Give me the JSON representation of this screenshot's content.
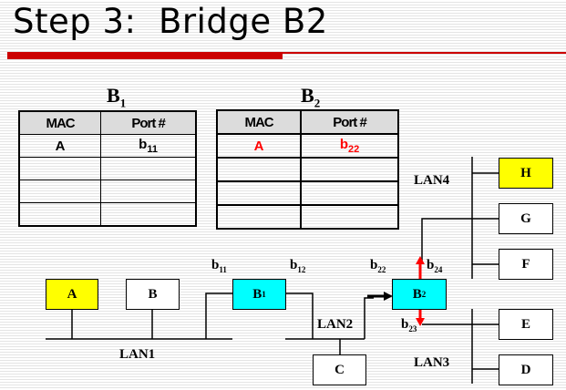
{
  "slide": {
    "title": "Step 3:  Bridge B2",
    "accent_color": "#cc0000"
  },
  "tables": [
    {
      "name": "B",
      "sub": "1",
      "headers": [
        "MAC",
        "Port #"
      ],
      "rows": [
        {
          "mac": "A",
          "port": "b",
          "port_sub": "11",
          "highlight": false
        },
        {
          "mac": "",
          "port": "",
          "port_sub": ""
        },
        {
          "mac": "",
          "port": "",
          "port_sub": ""
        },
        {
          "mac": "",
          "port": "",
          "port_sub": ""
        }
      ]
    },
    {
      "name": "B",
      "sub": "2",
      "headers": [
        "MAC",
        "Port #"
      ],
      "rows": [
        {
          "mac": "A",
          "port": "b",
          "port_sub": "22",
          "highlight": true,
          "highlight_color": "#ff0000"
        },
        {
          "mac": "",
          "port": "",
          "port_sub": ""
        },
        {
          "mac": "",
          "port": "",
          "port_sub": ""
        },
        {
          "mac": "",
          "port": "",
          "port_sub": ""
        }
      ]
    }
  ],
  "network": {
    "hosts": {
      "A": {
        "label": "A",
        "color": "#ffff00"
      },
      "B": {
        "label": "B",
        "color": "#ffffff"
      },
      "C": {
        "label": "C",
        "color": "#ffffff"
      },
      "D": {
        "label": "D",
        "color": "#ffffff"
      },
      "E": {
        "label": "E",
        "color": "#ffffff"
      },
      "F": {
        "label": "F",
        "color": "#ffffff"
      },
      "G": {
        "label": "G",
        "color": "#ffffff"
      },
      "H": {
        "label": "H",
        "color": "#ffff00"
      }
    },
    "bridges": {
      "B1": {
        "label": "B",
        "sub": "1",
        "color": "#00ffff"
      },
      "B2": {
        "label": "B",
        "sub": "2",
        "color": "#00ffff"
      }
    },
    "lans": {
      "LAN1": "LAN1",
      "LAN2": "LAN2",
      "LAN3": "LAN3",
      "LAN4": "LAN4"
    },
    "ports": {
      "b11": {
        "label": "b",
        "sub": "11"
      },
      "b12": {
        "label": "b",
        "sub": "12"
      },
      "b22": {
        "label": "b",
        "sub": "22"
      },
      "b23": {
        "label": "b",
        "sub": "23"
      },
      "b24": {
        "label": "b",
        "sub": "24"
      }
    },
    "arrows": {
      "incoming_color": "#000000",
      "forward_color": "#ff0000"
    }
  }
}
